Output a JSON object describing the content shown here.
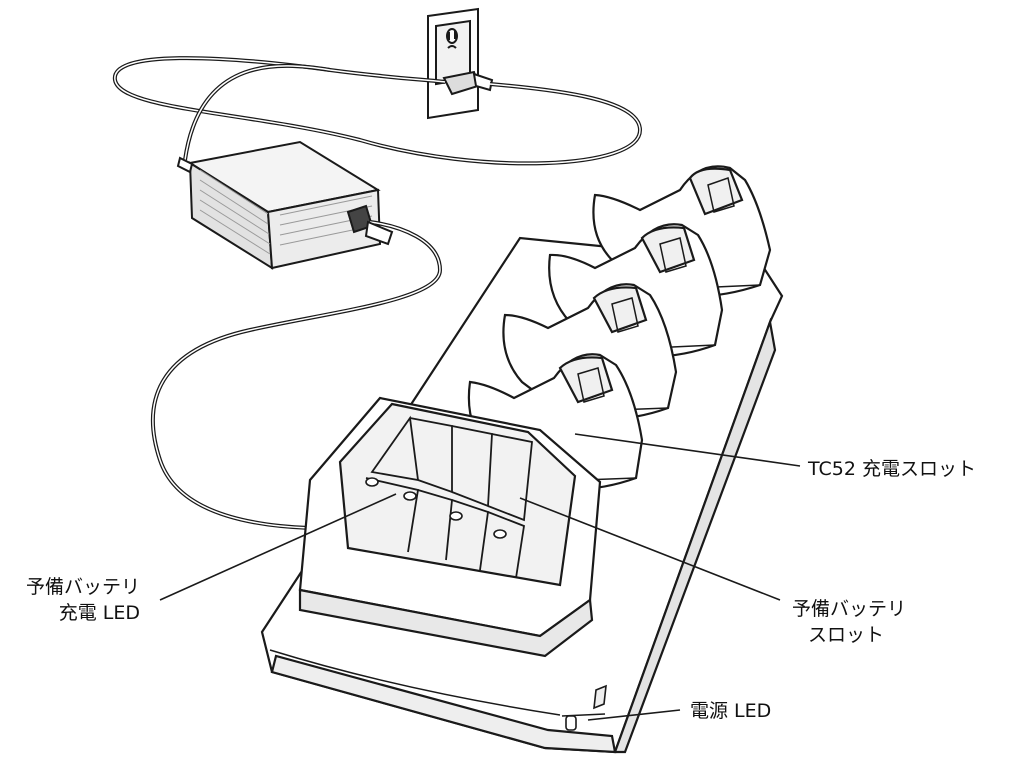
{
  "labels": {
    "cradle_slot": "TC52 充電スロット",
    "spare_led_line1": "予備バッテリ",
    "spare_led_line2": "充電 LED",
    "spare_slot_line1": "予備バッテリ",
    "spare_slot_line2": "スロット",
    "power_led": "電源 LED"
  },
  "colors": {
    "line": "#1a1a1a",
    "fill": "#ffffff",
    "shade": "#e6e6e6",
    "dark": "#9a9a9a"
  }
}
